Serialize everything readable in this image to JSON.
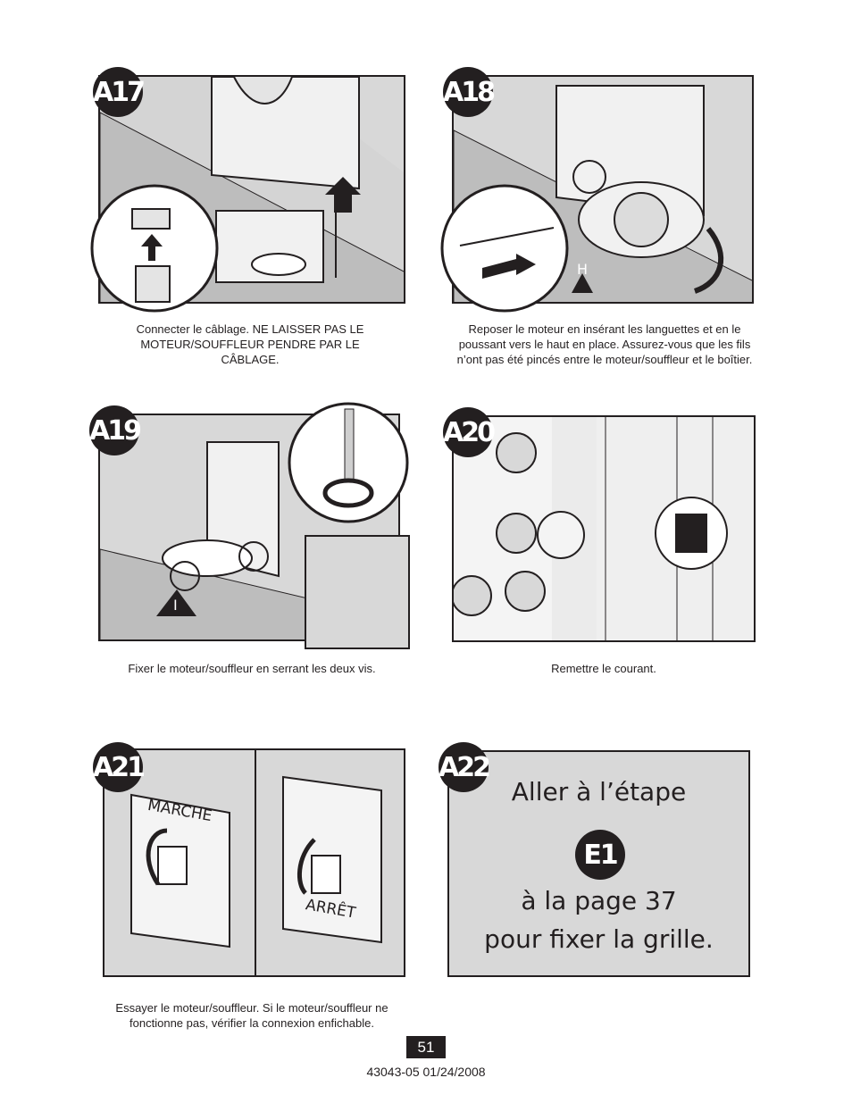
{
  "steps": [
    {
      "id": "A17",
      "caption": "Connecter le câblage. NE LAISSER PAS LE MOTEUR/SOUFFLEUR PENDRE PAR LE CÂBLAGE."
    },
    {
      "id": "A18",
      "caption": "Reposer le moteur en insérant les languettes et en le poussant vers le haut en place. Assurez-vous que les fils n’ont pas été pincés entre le moteur/souffleur et le boîtier.",
      "callout_letter": "H"
    },
    {
      "id": "A19",
      "caption": "Fixer le moteur/souffleur en serrant les deux vis.",
      "callout_letter": "I"
    },
    {
      "id": "A20",
      "caption": "Remettre le courant."
    },
    {
      "id": "A21",
      "caption": "Essayer le moteur/souffleur. Si le moteur/souffleur ne fonctionne pas, vérifier la connexion enfichable.",
      "switch_on_label": "MARCHE",
      "switch_off_label": "ARRÊT"
    },
    {
      "id": "A22",
      "line1": "Aller à l’étape",
      "step_ref": "E1",
      "line2": "à la page 37",
      "line3": "pour fixer la grille."
    }
  ],
  "footer": {
    "page_number": "51",
    "doc_id": "43043-05  01/24/2008"
  }
}
